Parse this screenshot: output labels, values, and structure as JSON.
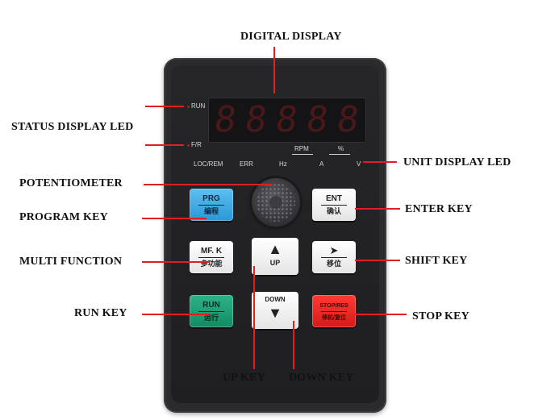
{
  "callouts": {
    "digital_display": "DIGITAL DISPLAY",
    "status_led": "STATUS DISPLAY LED",
    "unit_led": "UNIT DISPLAY LED",
    "potentiometer": "POTENTIOMETER",
    "program_key": "PROGRAM KEY",
    "enter_key": "ENTER KEY",
    "multi_function": "MULTI FUNCTION",
    "shift_key": "SHIFT KEY",
    "run_key": "RUN KEY",
    "stop_key": "STOP KEY",
    "up_key": "UP KEY",
    "down_key": "DOWN KEY"
  },
  "panel": {
    "display_digits": "8.8.8.8.8",
    "leds": {
      "run": "RUN",
      "fr": "F/R",
      "loc_rem": "LOC/REM",
      "err": "ERR",
      "hz": "Hz",
      "a": "A",
      "v": "V",
      "rpm": "RPM",
      "percent": "%"
    },
    "keys": {
      "prg": {
        "top": "PRG",
        "bottom": "编程"
      },
      "ent": {
        "top": "ENT",
        "bottom": "确认"
      },
      "mfk": {
        "top": "MF. K",
        "bottom": "多功能"
      },
      "up": {
        "symbol": "▲",
        "label": "UP"
      },
      "shift": {
        "symbol": "➤",
        "bottom": "移位"
      },
      "run": {
        "top": "RUN",
        "bottom": "运行"
      },
      "down": {
        "label": "DOWN",
        "symbol": "▼"
      },
      "stop": {
        "top": "STOP/RES",
        "bottom": "停机/复位"
      }
    }
  },
  "colors": {
    "leader": "#e02020",
    "panel": "#2b2b2d",
    "prg_key": "#2a98d8",
    "run_key": "#138a62",
    "stop_key": "#d41b18"
  }
}
